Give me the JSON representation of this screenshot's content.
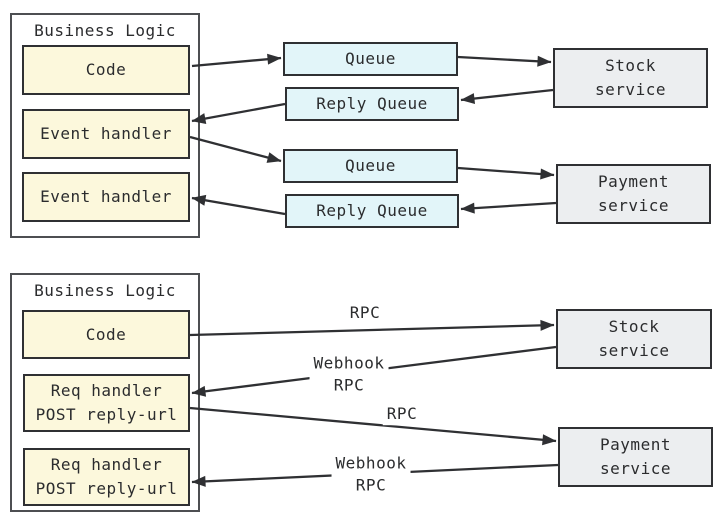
{
  "colors": {
    "box_cream": "#fcf8dc",
    "box_cyan": "#e2f5f9",
    "box_gray": "#eceef0",
    "stroke": "#2f3033",
    "container_stroke": "#4d4f52",
    "text": "#2b2c2e"
  },
  "diagram_queue": {
    "container_title": "Business Logic",
    "code": "Code",
    "event_handler_1": "Event handler",
    "event_handler_2": "Event handler",
    "queue_1": "Queue",
    "reply_queue_1": "Reply Queue",
    "queue_2": "Queue",
    "reply_queue_2": "Reply Queue",
    "stock_service": "Stock\nservice",
    "payment_service": "Payment\nservice"
  },
  "diagram_rpc": {
    "container_title": "Business Logic",
    "code": "Code",
    "req_handler_1": "Req handler\nPOST reply-url",
    "req_handler_2": "Req handler\nPOST reply-url",
    "stock_service": "Stock\nservice",
    "payment_service": "Payment\nservice",
    "arrow_labels": {
      "rpc_to_stock": "RPC",
      "webhook_from_stock": "Webhook\nRPC",
      "rpc_to_payment": "RPC",
      "webhook_from_payment": "Webhook\nRPC"
    }
  }
}
